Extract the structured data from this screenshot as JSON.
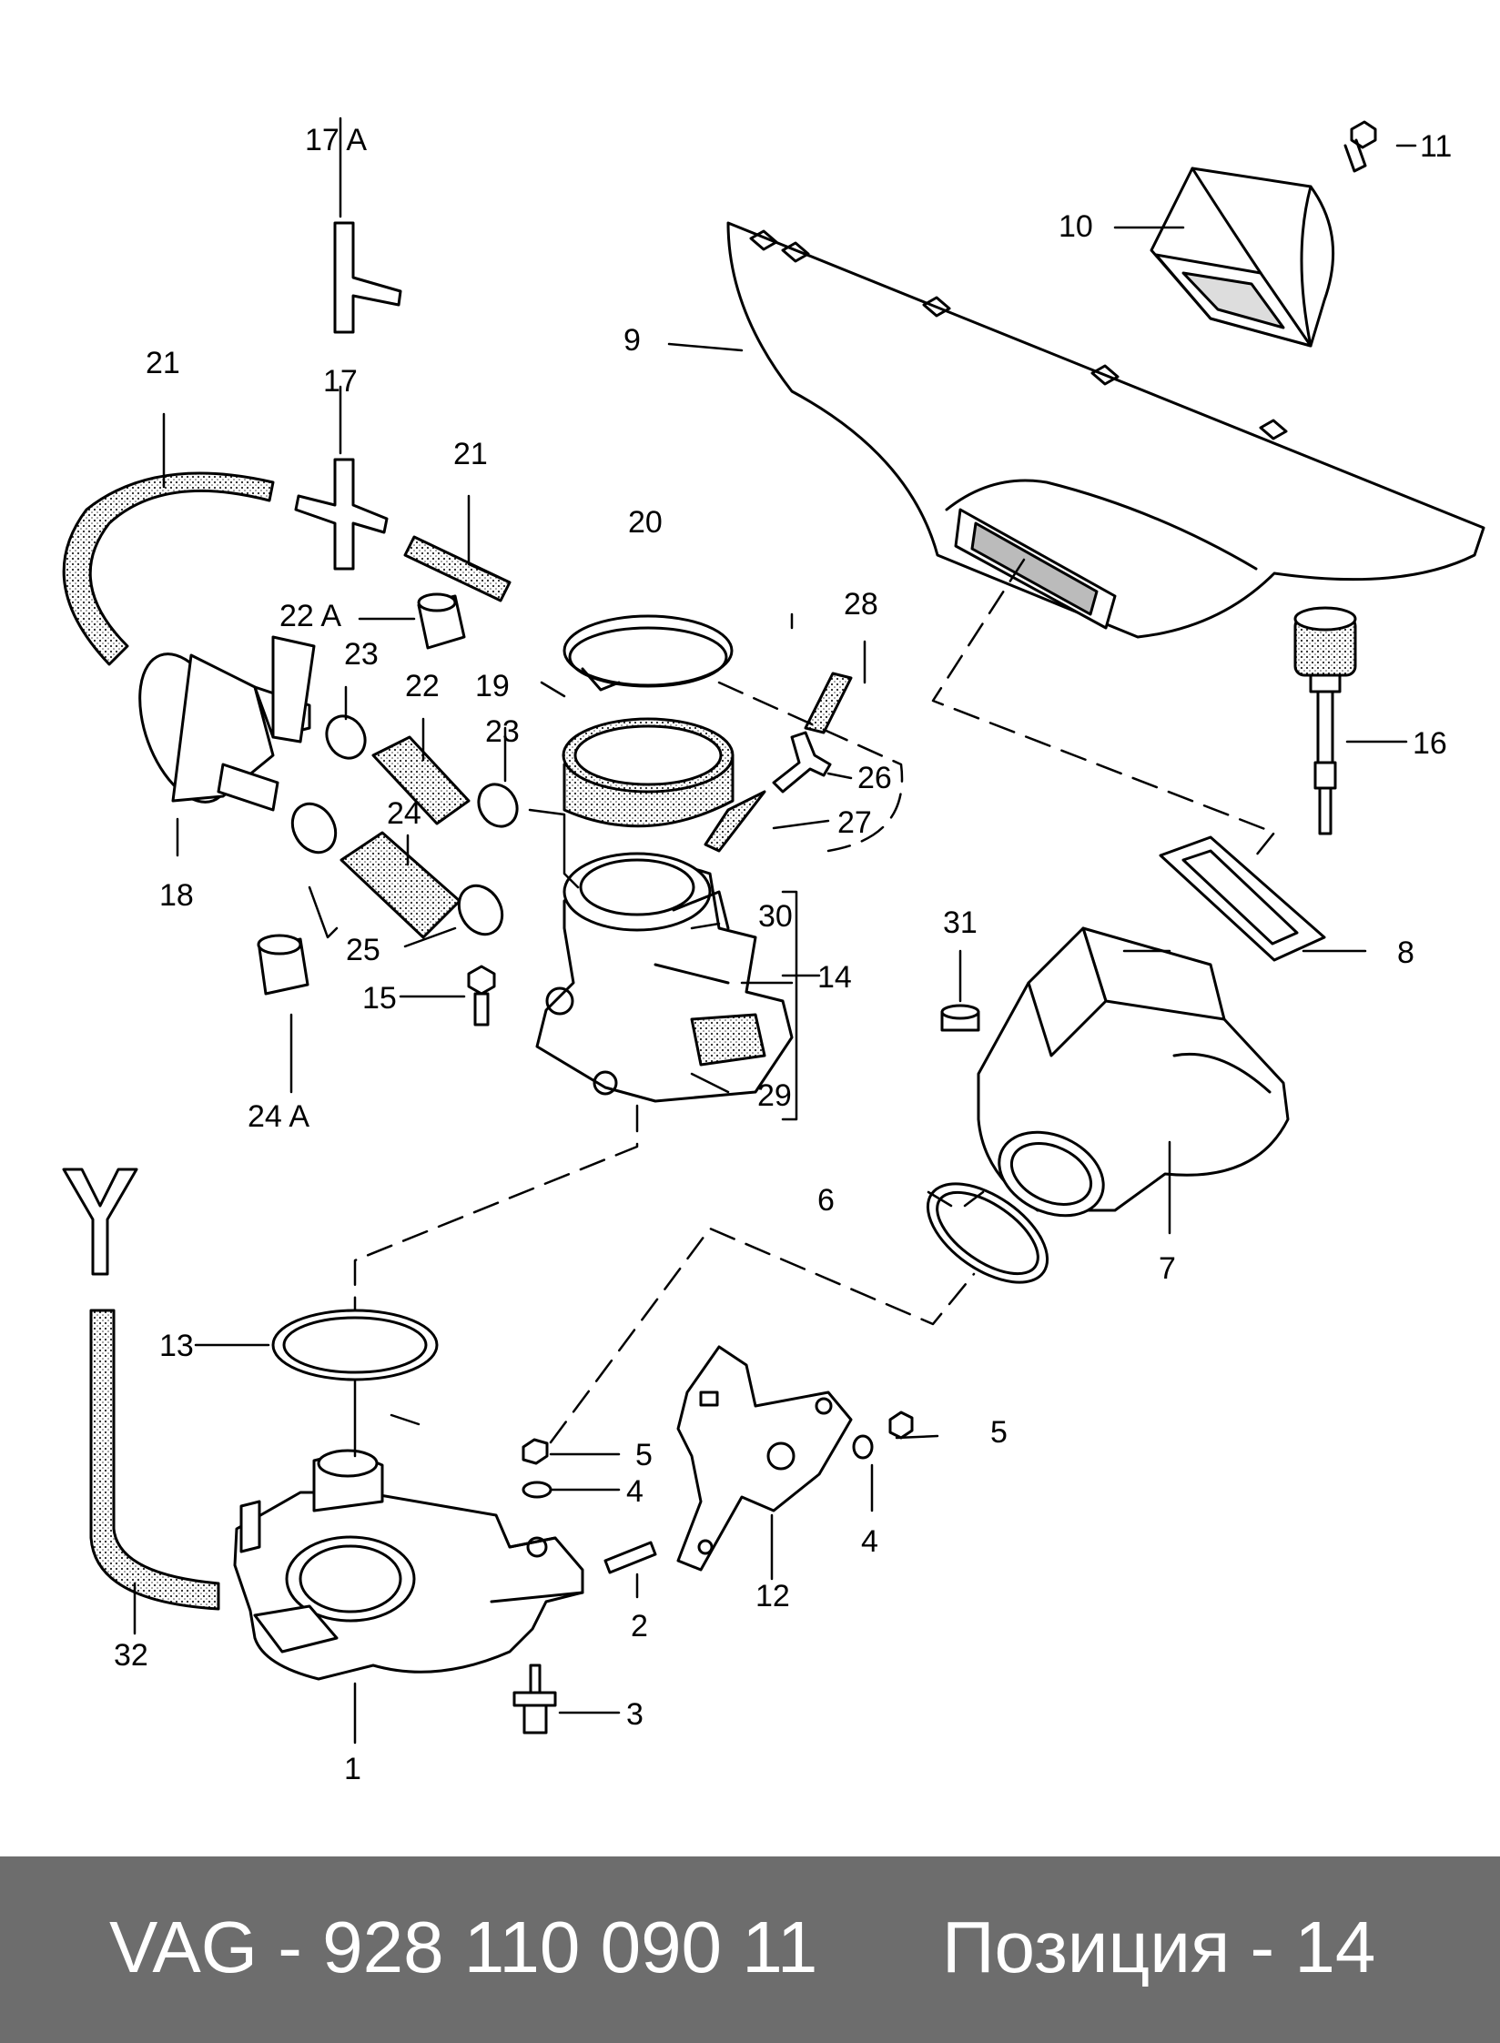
{
  "callouts": {
    "l1": "1",
    "l2": "2",
    "l3": "3",
    "l4a": "4",
    "l4b": "4",
    "l5a": "5",
    "l5b": "5",
    "l6": "6",
    "l7": "7",
    "l8": "8",
    "l9": "9",
    "l10": "10",
    "l11": "11",
    "l12": "12",
    "l13": "13",
    "l14": "14",
    "l15": "15",
    "l16": "16",
    "l17": "17",
    "l17a": "17 A",
    "l18": "18",
    "l19": "19",
    "l20": "20",
    "l21a": "21",
    "l21b": "21",
    "l22": "22",
    "l22a": "22 A",
    "l23a": "23",
    "l23b": "23",
    "l24": "24",
    "l24a": "24 A",
    "l25": "25",
    "l26": "26",
    "l27": "27",
    "l28": "28",
    "l29": "29",
    "l30": "30",
    "l31": "31",
    "l32": "32"
  },
  "footer": {
    "part_number": "VAG - 928 110 090 11",
    "position": "Позиция - 14"
  },
  "colors": {
    "footer_bg": "#6d6d6d",
    "footer_text": "#ffffff",
    "line": "#000000",
    "background": "#ffffff"
  }
}
